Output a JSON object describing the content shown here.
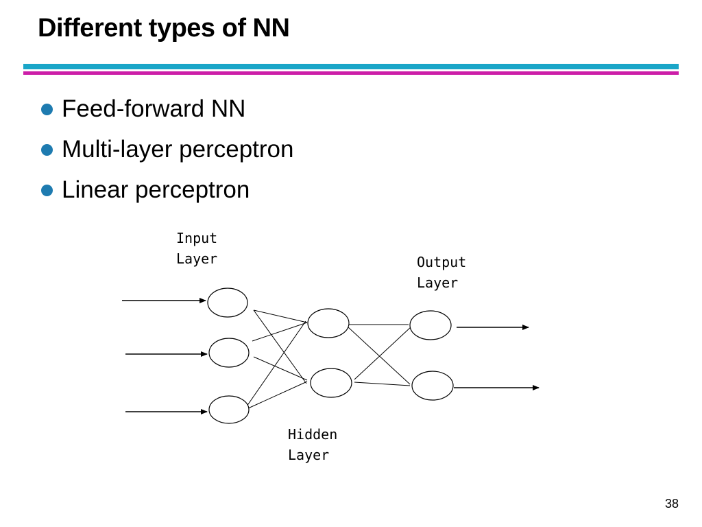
{
  "slide": {
    "title": "Different types of NN",
    "bullets": [
      "Feed-forward NN",
      "Multi-layer perceptron",
      "Linear perceptron"
    ],
    "page_number": "38"
  },
  "diagram": {
    "labels": {
      "input": [
        "Input",
        "Layer"
      ],
      "output": [
        "Output",
        "Layer"
      ],
      "hidden": [
        "Hidden",
        "Layer"
      ]
    },
    "layers": {
      "input": 3,
      "hidden": 2,
      "output": 2
    }
  },
  "colors": {
    "rule_top": "#1aa6c8",
    "rule_bottom": "#cc1ea8",
    "bullet": "#1e7bb0"
  }
}
